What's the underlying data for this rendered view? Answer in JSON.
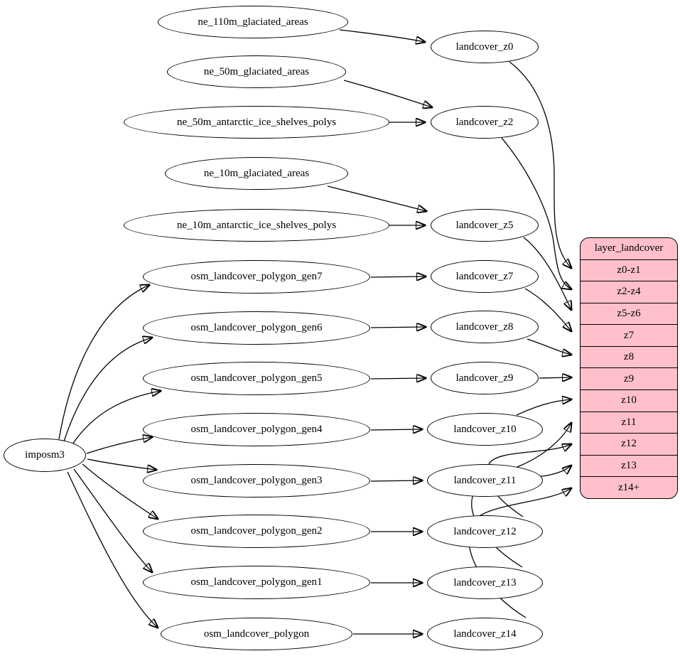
{
  "diagram": {
    "kind": "etl-dependency-graph",
    "background": "#ffffff",
    "node_fill": "#ffffff",
    "edge_color": "#000000"
  },
  "nodes": {
    "importer": "imposm3",
    "sources": [
      "ne_110m_glaciated_areas",
      "ne_50m_glaciated_areas",
      "ne_50m_antarctic_ice_shelves_polys",
      "ne_10m_glaciated_areas",
      "ne_10m_antarctic_ice_shelves_polys",
      "osm_landcover_polygon_gen7",
      "osm_landcover_polygon_gen6",
      "osm_landcover_polygon_gen5",
      "osm_landcover_polygon_gen4",
      "osm_landcover_polygon_gen3",
      "osm_landcover_polygon_gen2",
      "osm_landcover_polygon_gen1",
      "osm_landcover_polygon"
    ],
    "intermediate": [
      "landcover_z0",
      "landcover_z2",
      "landcover_z5",
      "landcover_z7",
      "landcover_z8",
      "landcover_z9",
      "landcover_z10",
      "landcover_z11",
      "landcover_z12",
      "landcover_z13",
      "landcover_z14"
    ]
  },
  "table": {
    "title": "layer_landcover",
    "fill": "#ffc0cb",
    "rows": [
      "z0-z1",
      "z2-z4",
      "z5-z6",
      "z7",
      "z8",
      "z9",
      "z10",
      "z11",
      "z12",
      "z13",
      "z14+"
    ]
  },
  "edges": [
    {
      "from": "ne_110m_glaciated_areas",
      "to": "landcover_z0"
    },
    {
      "from": "ne_50m_glaciated_areas",
      "to": "landcover_z2"
    },
    {
      "from": "ne_50m_antarctic_ice_shelves_polys",
      "to": "landcover_z2"
    },
    {
      "from": "ne_10m_glaciated_areas",
      "to": "landcover_z5"
    },
    {
      "from": "ne_10m_antarctic_ice_shelves_polys",
      "to": "landcover_z5"
    },
    {
      "from": "imposm3",
      "to": "osm_landcover_polygon_gen7"
    },
    {
      "from": "imposm3",
      "to": "osm_landcover_polygon_gen6"
    },
    {
      "from": "imposm3",
      "to": "osm_landcover_polygon_gen5"
    },
    {
      "from": "imposm3",
      "to": "osm_landcover_polygon_gen4"
    },
    {
      "from": "imposm3",
      "to": "osm_landcover_polygon_gen3"
    },
    {
      "from": "imposm3",
      "to": "osm_landcover_polygon_gen2"
    },
    {
      "from": "imposm3",
      "to": "osm_landcover_polygon_gen1"
    },
    {
      "from": "imposm3",
      "to": "osm_landcover_polygon"
    },
    {
      "from": "osm_landcover_polygon_gen7",
      "to": "landcover_z7"
    },
    {
      "from": "osm_landcover_polygon_gen6",
      "to": "landcover_z8"
    },
    {
      "from": "osm_landcover_polygon_gen5",
      "to": "landcover_z9"
    },
    {
      "from": "osm_landcover_polygon_gen4",
      "to": "landcover_z10"
    },
    {
      "from": "osm_landcover_polygon_gen3",
      "to": "landcover_z11"
    },
    {
      "from": "osm_landcover_polygon_gen2",
      "to": "landcover_z12"
    },
    {
      "from": "osm_landcover_polygon_gen1",
      "to": "landcover_z13"
    },
    {
      "from": "osm_landcover_polygon",
      "to": "landcover_z14"
    },
    {
      "from": "landcover_z0",
      "to": "layer_landcover.z0-z1"
    },
    {
      "from": "landcover_z2",
      "to": "layer_landcover.z2-z4"
    },
    {
      "from": "landcover_z5",
      "to": "layer_landcover.z5-z6"
    },
    {
      "from": "landcover_z7",
      "to": "layer_landcover.z7"
    },
    {
      "from": "landcover_z8",
      "to": "layer_landcover.z8"
    },
    {
      "from": "landcover_z9",
      "to": "layer_landcover.z9"
    },
    {
      "from": "landcover_z10",
      "to": "layer_landcover.z10"
    },
    {
      "from": "landcover_z11",
      "to": "layer_landcover.z11"
    },
    {
      "from": "landcover_z12",
      "to": "layer_landcover.z12"
    },
    {
      "from": "landcover_z13",
      "to": "layer_landcover.z13"
    },
    {
      "from": "landcover_z14",
      "to": "layer_landcover.z14+"
    }
  ]
}
